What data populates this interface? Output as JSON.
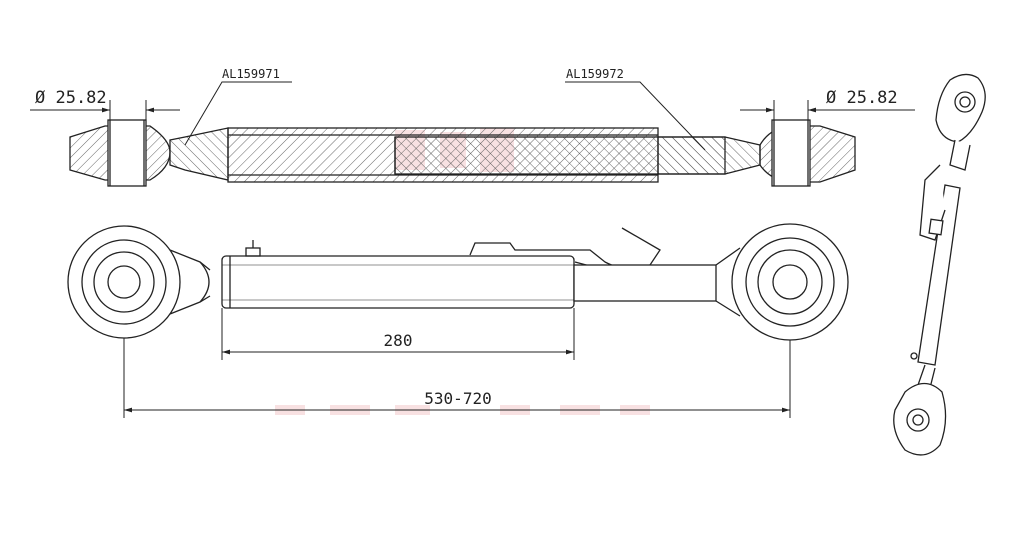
{
  "drawing": {
    "part_numbers": {
      "left": "AL159971",
      "right": "AL159972"
    },
    "diameters": {
      "left": "Ø 25.82",
      "right": "Ø 25.82"
    },
    "dimensions": {
      "tube_length": "280",
      "overall_length": "530-720"
    },
    "colors": {
      "line": "#222222",
      "watermark": "#f3c9cc"
    }
  }
}
